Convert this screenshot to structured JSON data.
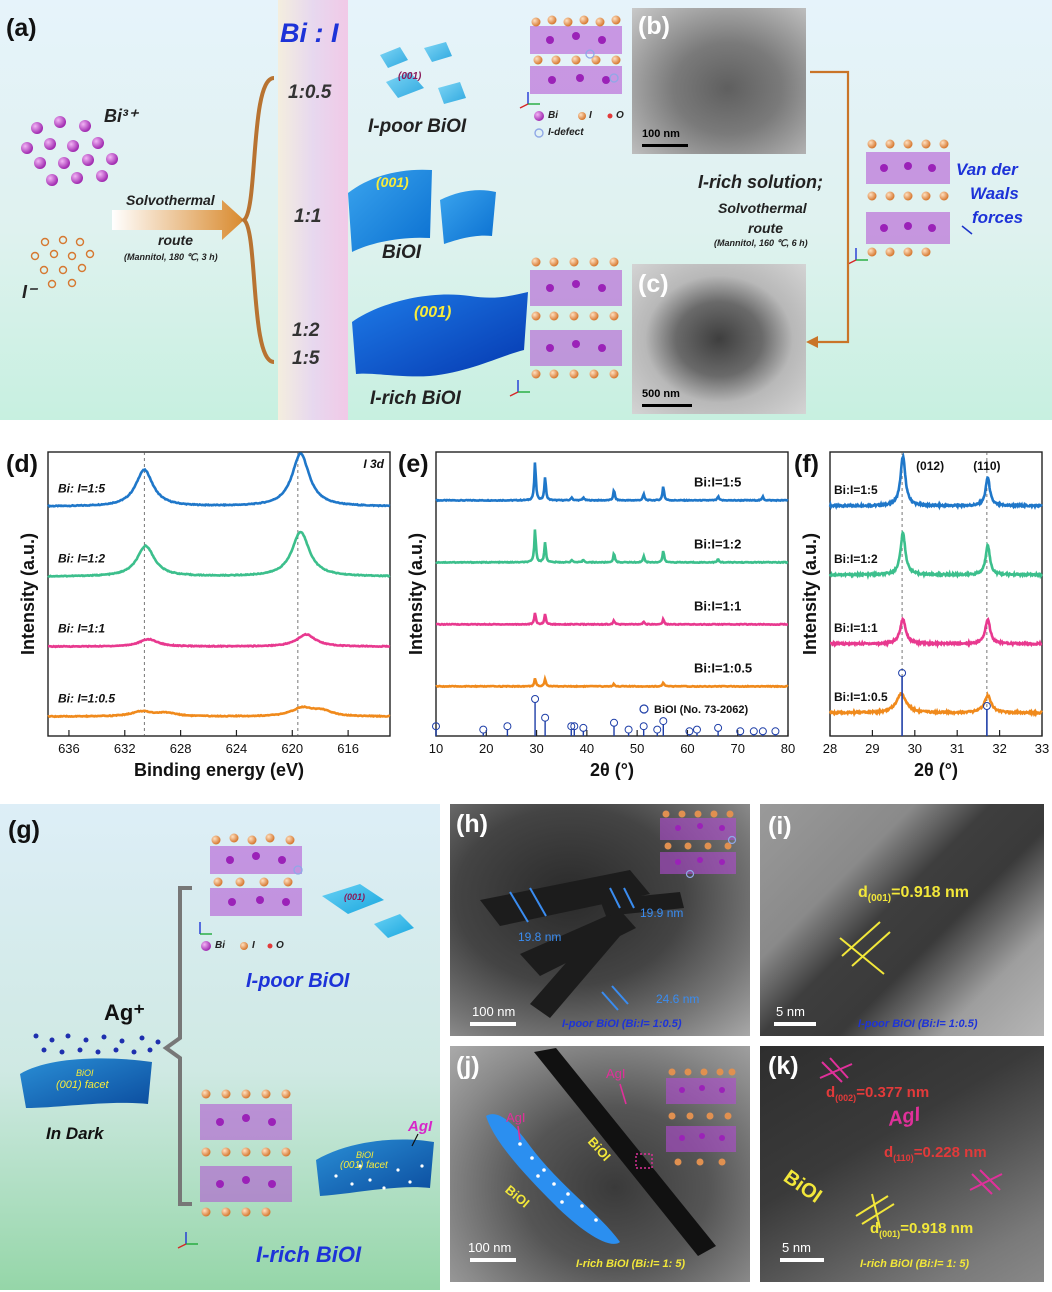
{
  "panel_a": {
    "letter": "(a)",
    "ratio_header": "Bi : I",
    "ratios": [
      "1:0.5",
      "1:1",
      "1:2",
      "1:5"
    ],
    "bi_ion": "Bi³⁺",
    "i_ion": "I⁻",
    "route_title": "Solvothermal",
    "route_word": "route",
    "route_cond": "(Mannitol, 180 ℃, 3 h)",
    "facet": "(001)",
    "product_poor": "I-poor BiOI",
    "product_mid": "BiOI",
    "product_rich": "I-rich BiOI",
    "legend_bi": "Bi",
    "legend_i": "I",
    "legend_o": "O",
    "legend_defect": "I-defect",
    "right_title": "I-rich solution;",
    "right_route1": "Solvothermal",
    "right_route2": "route",
    "right_cond": "(Mannitol, 160 ℃, 6 h)",
    "vdw1": "Van der",
    "vdw2": "Waals",
    "vdw3": "forces"
  },
  "panel_b": {
    "letter": "(b)",
    "scale": "100 nm"
  },
  "panel_c": {
    "letter": "(c)",
    "scale": "500 nm"
  },
  "panel_d": {
    "letter": "(d)",
    "tag": "I 3d",
    "chart_data": {
      "type": "line",
      "xlabel": "Binding energy (eV)",
      "ylabel": "Intensity (a.u.)",
      "xlim": [
        637.5,
        613
      ],
      "xticks": [
        636,
        632,
        628,
        624,
        620,
        616
      ],
      "reference_lines": [
        630.6,
        619.6
      ],
      "series": [
        {
          "name": "Bi: I=1:5",
          "color": "#1f77c9",
          "offset": 3,
          "peaks": [
            [
              630.6,
              0.9,
              0.75
            ],
            [
              619.4,
              1.3,
              0.75
            ]
          ]
        },
        {
          "name": "Bi: I=1:2",
          "color": "#3cbf8c",
          "offset": 2,
          "peaks": [
            [
              630.5,
              0.75,
              0.75
            ],
            [
              619.4,
              1.1,
              0.75
            ]
          ]
        },
        {
          "name": "Bi: I=1:1",
          "color": "#e8398f",
          "offset": 1,
          "peaks": [
            [
              630.3,
              0.18,
              0.8
            ],
            [
              619.0,
              0.3,
              0.8
            ]
          ]
        },
        {
          "name": "Bi: I=1:0.5",
          "color": "#f08a1c",
          "offset": 0,
          "peaks": [
            [
              630.8,
              0.12,
              0.9
            ],
            [
              629.0,
              0.08,
              0.9
            ],
            [
              619.3,
              0.2,
              0.9
            ],
            [
              617.9,
              0.13,
              0.9
            ]
          ]
        }
      ]
    }
  },
  "panel_e": {
    "letter": "(e)",
    "chart_data": {
      "type": "line",
      "xlabel": "2θ (°)",
      "ylabel": "Intensity (a.u.)",
      "xlim": [
        10,
        80
      ],
      "xticks": [
        10,
        20,
        30,
        40,
        50,
        60,
        70,
        80
      ],
      "series": [
        {
          "name": "Bi:I=1:5",
          "color": "#1f77c9",
          "offset": 3,
          "peaks": [
            [
              29.7,
              1.5
            ],
            [
              31.7,
              0.9
            ],
            [
              37.0,
              0.12
            ],
            [
              39.3,
              0.12
            ],
            [
              45.4,
              0.4
            ],
            [
              51.3,
              0.25
            ],
            [
              55.2,
              0.55
            ],
            [
              66.1,
              0.15
            ],
            [
              75.0,
              0.15
            ]
          ]
        },
        {
          "name": "Bi:I=1:2",
          "color": "#3cbf8c",
          "offset": 2,
          "peaks": [
            [
              29.7,
              1.3
            ],
            [
              31.7,
              0.8
            ],
            [
              37.0,
              0.1
            ],
            [
              39.3,
              0.1
            ],
            [
              45.4,
              0.35
            ],
            [
              51.3,
              0.25
            ],
            [
              55.2,
              0.45
            ],
            [
              66.1,
              0.12
            ]
          ]
        },
        {
          "name": "Bi:I=1:1",
          "color": "#e8398f",
          "offset": 1,
          "peaks": [
            [
              29.7,
              0.45
            ],
            [
              31.7,
              0.4
            ],
            [
              45.4,
              0.15
            ],
            [
              51.3,
              0.1
            ],
            [
              55.2,
              0.2
            ]
          ]
        },
        {
          "name": "Bi:I=1:0.5",
          "color": "#f08a1c",
          "offset": 0,
          "peaks": [
            [
              29.7,
              0.3
            ],
            [
              31.7,
              0.3
            ],
            [
              45.4,
              0.1
            ],
            [
              55.2,
              0.15
            ]
          ]
        }
      ],
      "reference": {
        "name": "BiOI (No. 73-2062)",
        "color": "#1f3fa8",
        "positions": [
          [
            10.0,
            0.2
          ],
          [
            19.4,
            0.1
          ],
          [
            24.2,
            0.2
          ],
          [
            29.7,
            1.0
          ],
          [
            31.7,
            0.45
          ],
          [
            36.9,
            0.2
          ],
          [
            37.5,
            0.2
          ],
          [
            39.3,
            0.15
          ],
          [
            45.4,
            0.3
          ],
          [
            48.3,
            0.1
          ],
          [
            51.3,
            0.2
          ],
          [
            54.0,
            0.1
          ],
          [
            55.2,
            0.35
          ],
          [
            60.4,
            0.05
          ],
          [
            61.9,
            0.1
          ],
          [
            66.1,
            0.15
          ],
          [
            70.5,
            0.05
          ],
          [
            73.2,
            0.05
          ],
          [
            75.0,
            0.05
          ],
          [
            77.5,
            0.05
          ]
        ]
      }
    }
  },
  "panel_f": {
    "letter": "(f)",
    "chart_data": {
      "type": "line",
      "xlabel": "2θ (°)",
      "ylabel": "Intensity (a.u.)",
      "xlim": [
        28,
        33
      ],
      "xticks": [
        28,
        29,
        30,
        31,
        32,
        33
      ],
      "reference_lines": [
        29.7,
        31.7
      ],
      "peak_labels": [
        {
          "x": 29.7,
          "text": "(012)"
        },
        {
          "x": 31.7,
          "text": "(110)"
        }
      ],
      "series": [
        {
          "name": "Bi:I=1:5",
          "color": "#1f77c9",
          "offset": 3,
          "peaks": [
            [
              29.72,
              1.3,
              0.07
            ],
            [
              31.72,
              0.75,
              0.06
            ]
          ]
        },
        {
          "name": "Bi:I=1:2",
          "color": "#3cbf8c",
          "offset": 2,
          "peaks": [
            [
              29.72,
              1.1,
              0.07
            ],
            [
              31.72,
              0.8,
              0.06
            ]
          ]
        },
        {
          "name": "Bi:I=1:1",
          "color": "#e8398f",
          "offset": 1,
          "peaks": [
            [
              29.72,
              0.65,
              0.08
            ],
            [
              31.72,
              0.65,
              0.07
            ]
          ]
        },
        {
          "name": "Bi:I=1:0.5",
          "color": "#f08a1c",
          "offset": 0,
          "peaks": [
            [
              29.68,
              0.5,
              0.14
            ],
            [
              31.72,
              0.45,
              0.1
            ]
          ]
        }
      ],
      "reference": {
        "color": "#1f3fa8",
        "positions": [
          [
            29.7,
            1.0
          ],
          [
            31.7,
            0.45
          ]
        ]
      }
    }
  },
  "panel_g": {
    "letter": "(g)",
    "ag": "Ag⁺",
    "facet_biol": "BiOI",
    "facet_label": "(001) facet",
    "in_dark": "In Dark",
    "facet": "(001)",
    "legend_bi": "Bi",
    "legend_i": "I",
    "legend_o": "O",
    "poor": "I-poor BiOI",
    "rich": "I-rich BiOI",
    "agi": "AgI"
  },
  "panel_h": {
    "letter": "(h)",
    "scale": "100 nm",
    "m1": "19.8 nm",
    "m2": "19.9 nm",
    "m3": "24.6 nm",
    "caption": "I-poor BiOI (Bi:I= 1:0.5)"
  },
  "panel_i": {
    "letter": "(i)",
    "d_pre": "d",
    "d_sub": "(001)",
    "d_val": "=0.918 nm",
    "scale": "5 nm",
    "caption": "I-poor BiOI (Bi:I= 1:0.5)"
  },
  "panel_j": {
    "letter": "(j)",
    "agi": "AgI",
    "biol": "BiOI",
    "scale": "100 nm",
    "caption": "I-rich BiOI (Bi:I= 1: 5)"
  },
  "panel_k": {
    "letter": "(k)",
    "d1_sub": "(002)",
    "d1_val": "=0.377 nm",
    "agi": "AgI",
    "d2_sub": "(110)",
    "d2_val": "=0.228 nm",
    "biol": "BiOI",
    "d3_sub": "(001)",
    "d3_val": "=0.918 nm",
    "d_pre": "d",
    "scale": "5 nm",
    "caption": "I-rich BiOI (Bi:I= 1: 5)"
  }
}
